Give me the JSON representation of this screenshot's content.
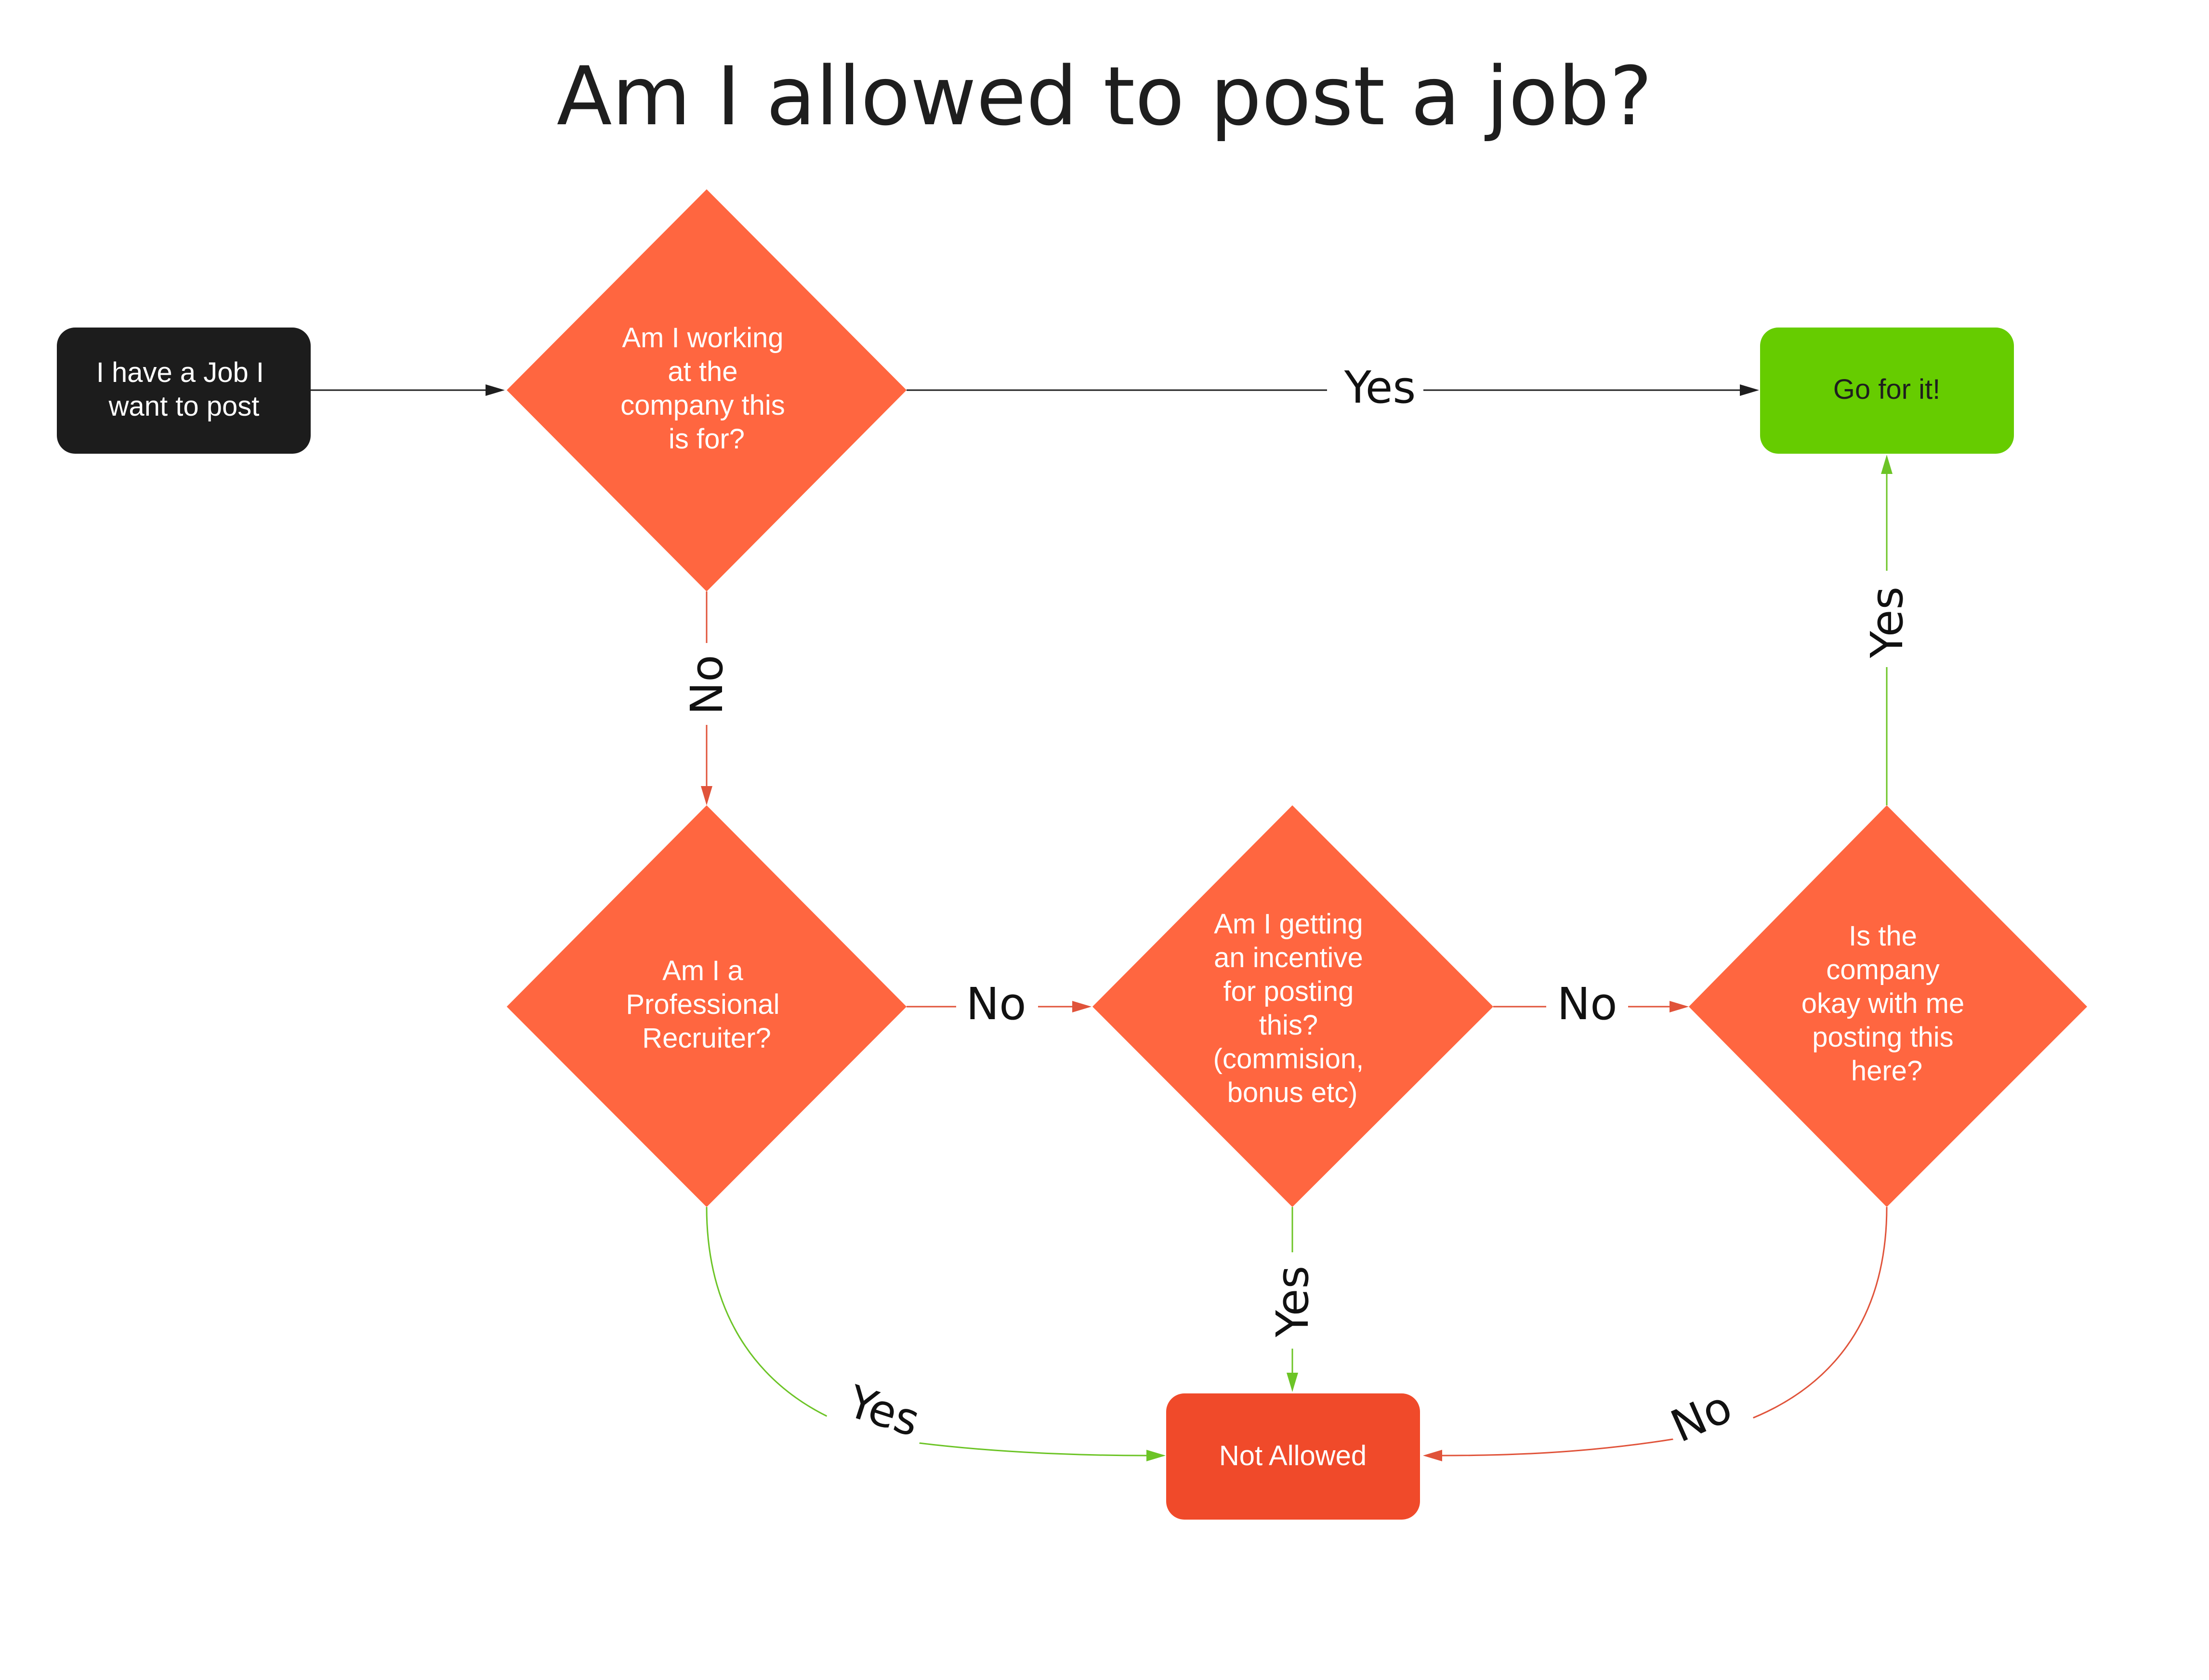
{
  "title": "Am I allowed to post a job?",
  "colors": {
    "start": "#1c1c1c",
    "decision": "#ff6640",
    "go": "#66cc00",
    "not_allowed": "#f04a2a",
    "edge_default": "#1e1e1e",
    "edge_no": "#e0533a",
    "edge_yes": "#6cc426"
  },
  "nodes": {
    "start": {
      "lines": [
        "I have a Job I",
        "want to post"
      ]
    },
    "working": {
      "lines": [
        "Am I working",
        "at the",
        "company this",
        "is for?"
      ]
    },
    "recruiter": {
      "lines": [
        "Am I a",
        "Professional",
        "Recruiter?"
      ]
    },
    "incentive": {
      "lines": [
        "Am I getting",
        "an incentive",
        "for posting",
        "this?",
        "(commision,",
        "bonus etc)"
      ]
    },
    "company_ok": {
      "lines": [
        "Is the",
        "company",
        "okay with me",
        "posting this",
        "here?"
      ]
    },
    "go": {
      "lines": [
        "Go for it!"
      ]
    },
    "not_allowed": {
      "lines": [
        "Not Allowed"
      ]
    }
  },
  "edges": {
    "start_to_working": {
      "label": ""
    },
    "working_yes": {
      "label": "Yes"
    },
    "working_no": {
      "label": "No"
    },
    "recruiter_no": {
      "label": "No"
    },
    "incentive_no": {
      "label": "No"
    },
    "company_yes": {
      "label": "Yes"
    },
    "recruiter_yes": {
      "label": "Yes"
    },
    "incentive_yes": {
      "label": "Yes"
    },
    "company_no": {
      "label": "No"
    }
  }
}
